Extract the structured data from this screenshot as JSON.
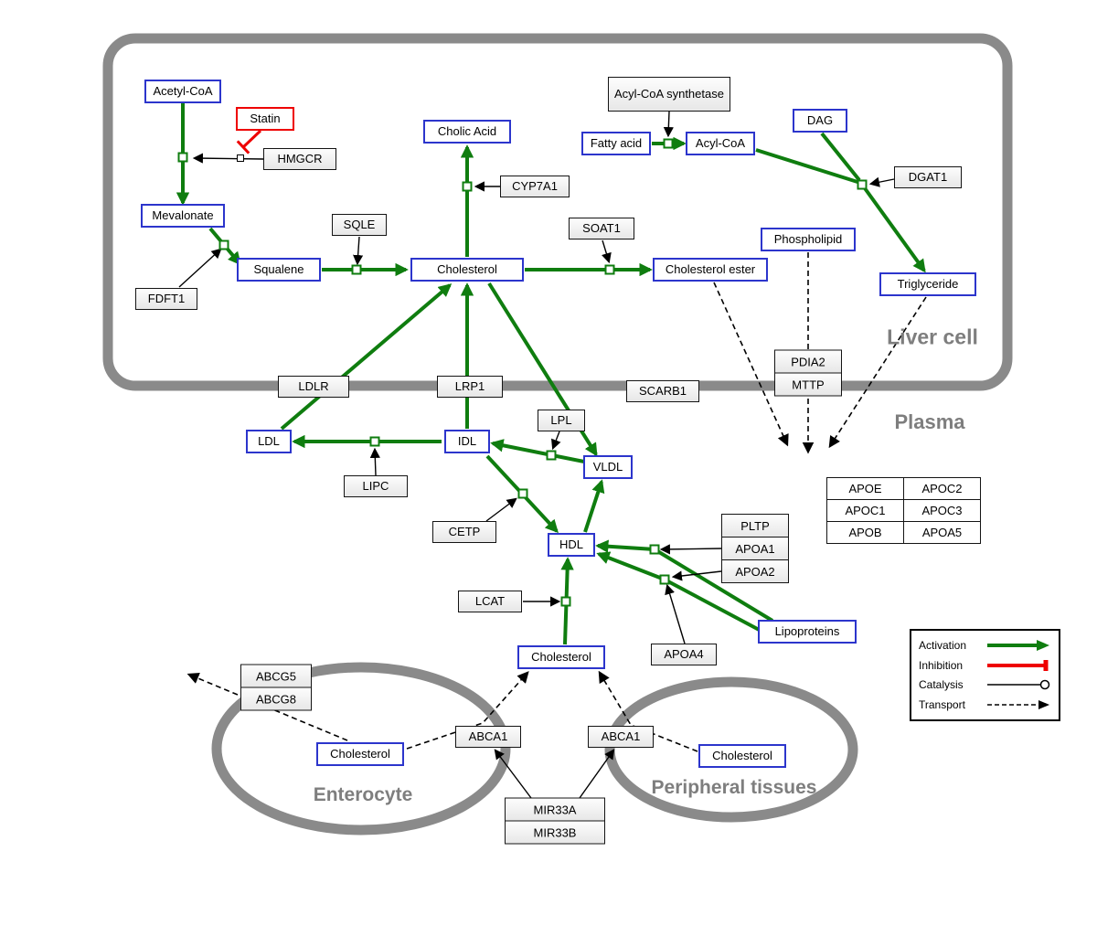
{
  "compartments": {
    "liver_cell": "Liver cell",
    "plasma": "Plasma",
    "enterocyte": "Enterocyte",
    "peripheral_tissues": "Peripheral tissues"
  },
  "nodes": {
    "acetyl_coa": "Acetyl-CoA",
    "statin": "Statin",
    "hmgcr": "HMGCR",
    "mevalonate": "Mevalonate",
    "fdft1": "FDFT1",
    "squalene": "Squalene",
    "sqle": "SQLE",
    "cholic_acid": "Cholic Acid",
    "cyp7a1": "CYP7A1",
    "cholesterol_liver": "Cholesterol",
    "soat1": "SOAT1",
    "cholesterol_ester": "Cholesterol ester",
    "acyl_coa_synthetase": "Acyl-CoA synthetase",
    "fatty_acid": "Fatty acid",
    "acyl_coa": "Acyl-CoA",
    "dag": "DAG",
    "dgat1": "DGAT1",
    "phospholipid": "Phospholipid",
    "triglyceride": "Triglyceride",
    "pdia2": "PDIA2",
    "mttp": "MTTP",
    "ldlr": "LDLR",
    "lrp1": "LRP1",
    "scarb1": "SCARB1",
    "ldl": "LDL",
    "idl": "IDL",
    "lpl": "LPL",
    "vldl": "VLDL",
    "lipc": "LIPC",
    "cetp": "CETP",
    "hdl": "HDL",
    "lcat": "LCAT",
    "pltp": "PLTP",
    "apoa1": "APOA1",
    "apoa2": "APOA2",
    "apoa4": "APOA4",
    "lipoproteins": "Lipoproteins",
    "cholesterol_plasma": "Cholesterol",
    "apoe": "APOE",
    "apoc2": "APOC2",
    "apoc1": "APOC1",
    "apoc3": "APOC3",
    "apob": "APOB",
    "apoa5": "APOA5",
    "abcg5": "ABCG5",
    "abcg8": "ABCG8",
    "cholesterol_enterocyte": "Cholesterol",
    "abca1_left": "ABCA1",
    "abca1_right": "ABCA1",
    "cholesterol_peripheral": "Cholesterol",
    "mir33a": "MIR33A",
    "mir33b": "MIR33B"
  },
  "legend": {
    "activation": "Activation",
    "inhibition": "Inhibition",
    "catalysis": "Catalysis",
    "transport": "Transport"
  },
  "colors": {
    "activation_green": "#0f7d0f",
    "inhibition_red": "#ee0000",
    "metabolite_border_blue": "#2c35cc",
    "membrane_gray": "#8a8a8a"
  }
}
